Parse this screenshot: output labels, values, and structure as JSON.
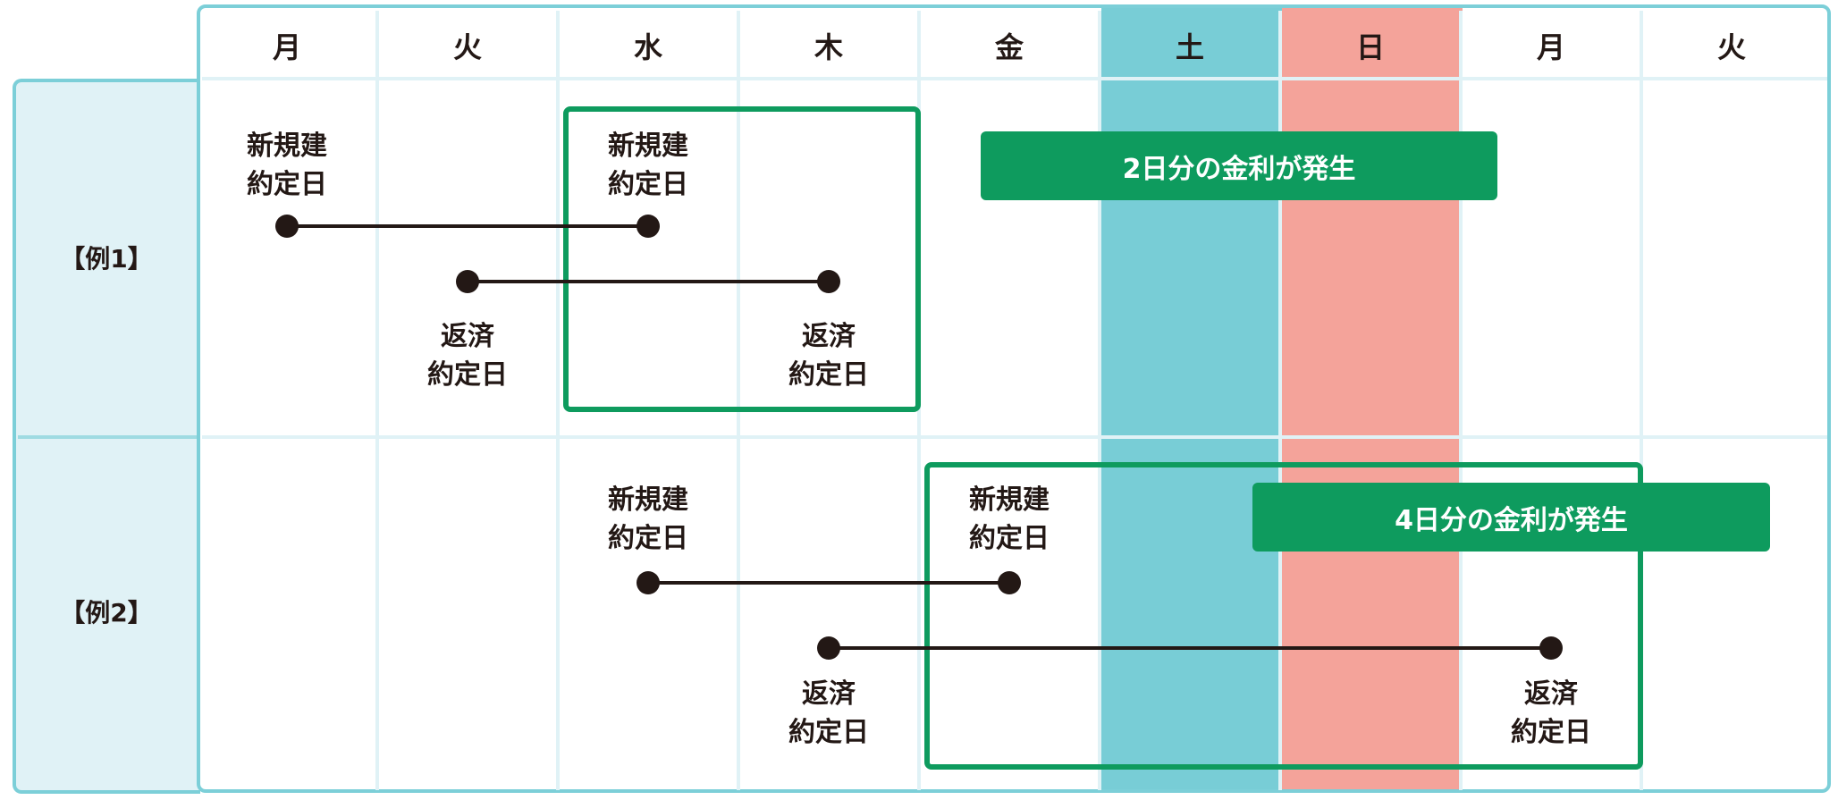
{
  "days": [
    "月",
    "火",
    "水",
    "木",
    "金",
    "土",
    "日",
    "月",
    "火"
  ],
  "colors": {
    "saturday": "#78cdd6",
    "sunday": "#f4a39a",
    "accent": "#0e9b5e",
    "border": "#7ccfd8",
    "panel": "#e0f2f6",
    "ink": "#231815"
  },
  "open_label": [
    "新規建",
    "約定日"
  ],
  "close_label": [
    "返済",
    "約定日"
  ],
  "examples": [
    {
      "label": "【例1】",
      "open": {
        "from": 0,
        "to": 2
      },
      "close": {
        "from": 1,
        "to": 3
      },
      "highlight": {
        "from": 2,
        "to": 3
      },
      "banner": "2日分の金利が発生"
    },
    {
      "label": "【例2】",
      "open": {
        "from": 2,
        "to": 4
      },
      "close": {
        "from": 3,
        "to": 7
      },
      "highlight": {
        "from": 4,
        "to": 7
      },
      "banner": "4日分の金利が発生"
    }
  ]
}
